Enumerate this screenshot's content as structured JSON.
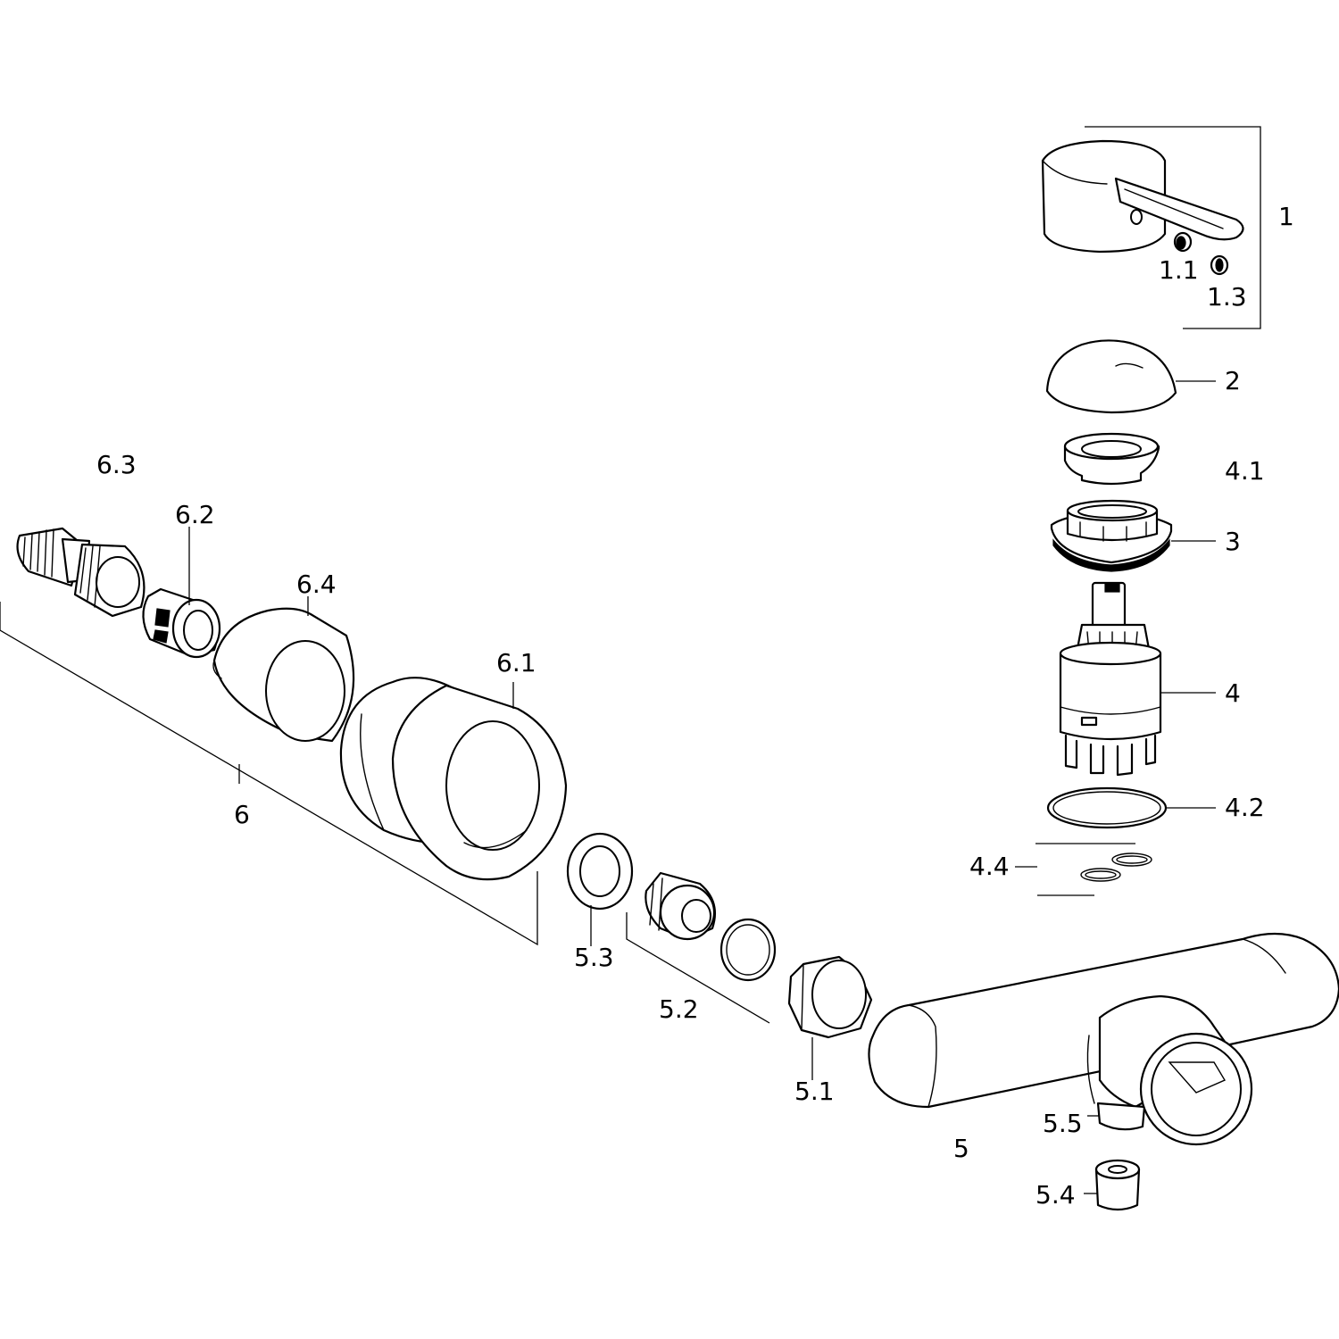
{
  "labels": {
    "p1": "1",
    "p1_1": "1.1",
    "p1_3": "1.3",
    "p2": "2",
    "p3": "3",
    "p4": "4",
    "p4_1": "4.1",
    "p4_2": "4.2",
    "p4_4": "4.4",
    "p5": "5",
    "p5_1": "5.1",
    "p5_2": "5.2",
    "p5_3": "5.3",
    "p5_4": "5.4",
    "p5_5": "5.5",
    "p6": "6",
    "p6_1": "6.1",
    "p6_2": "6.2",
    "p6_3": "6.3",
    "p6_4": "6.4"
  }
}
